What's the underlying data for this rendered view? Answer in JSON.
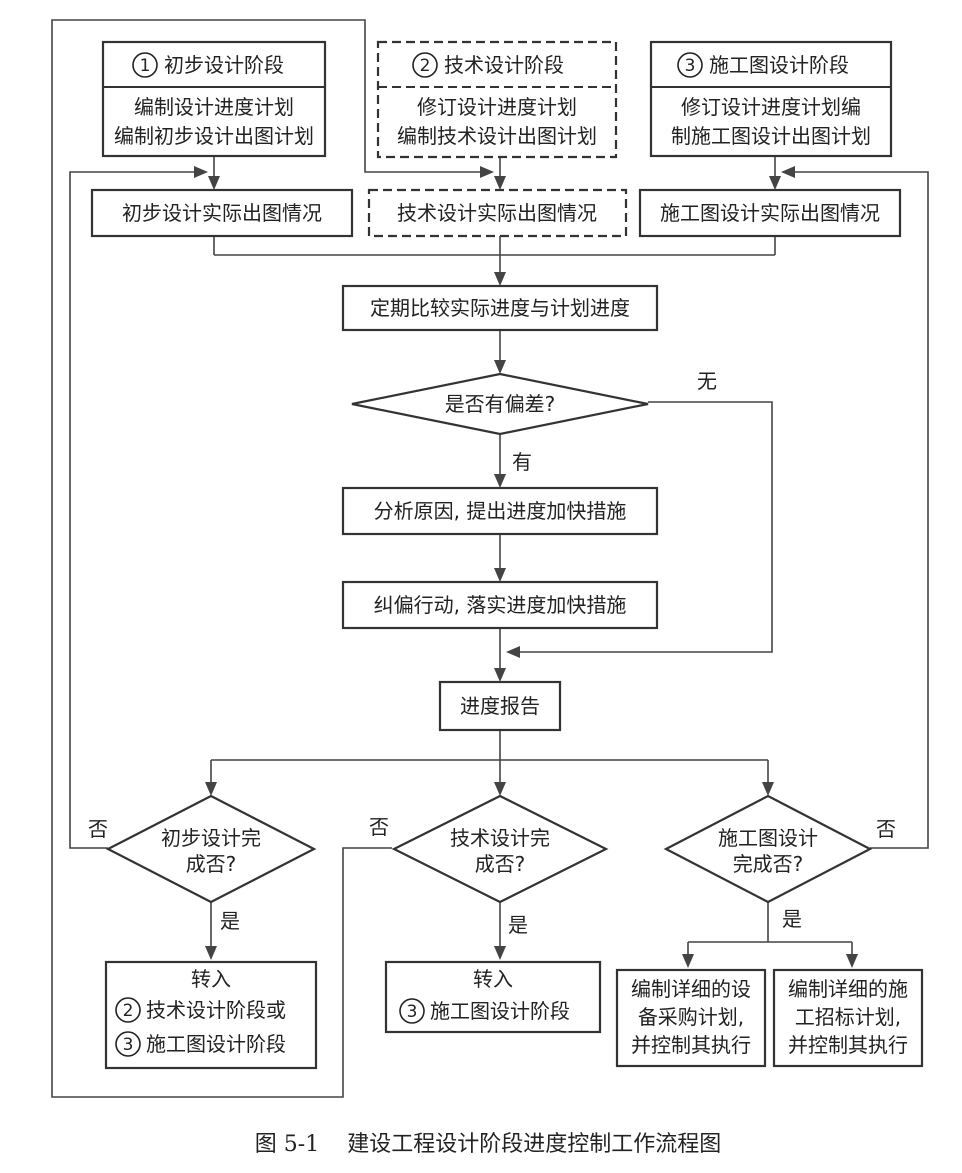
{
  "stages": {
    "s1": {
      "num": "1",
      "title": "初步设计阶段",
      "plan1": "编制设计进度计划",
      "plan2": "编制初步设计出图计划",
      "actual": "初步设计实际出图情况"
    },
    "s2": {
      "num": "2",
      "title": "技术设计阶段",
      "plan1": "修订设计进度计划",
      "plan2": "编制技术设计出图计划",
      "actual": "技术设计实际出图情况"
    },
    "s3": {
      "num": "3",
      "title": "施工图设计阶段",
      "plan1": "修订设计进度计划编",
      "plan2": "制施工图设计出图计划",
      "actual": "施工图设计实际出图情况"
    }
  },
  "flow": {
    "compare": "定期比较实际进度与计划进度",
    "deviation": "是否有偏差?",
    "label_none": "无",
    "label_has": "有",
    "analyze": "分析原因, 提出进度加快措施",
    "correct": "纠偏行动, 落实进度加快措施",
    "report": "进度报告"
  },
  "decisions": {
    "d1": {
      "line1": "初步设计完",
      "line2": "成否?"
    },
    "d2": {
      "line1": "技术设计完",
      "line2": "成否?"
    },
    "d3": {
      "line1": "施工图设计",
      "line2": "完成否?"
    },
    "label_no": "否",
    "label_yes": "是"
  },
  "outcomes": {
    "o1": {
      "line1": "转入",
      "num2": "2",
      "line2": "技术设计阶段或",
      "num3": "3",
      "line3": "施工图设计阶段"
    },
    "o2": {
      "line1": "转入",
      "num3": "3",
      "line2": "施工图设计阶段"
    },
    "o3": {
      "line1": "编制详细的设",
      "line2": "备采购计划,",
      "line3": "并控制其执行"
    },
    "o4": {
      "line1": "编制详细的施",
      "line2": "工招标计划,",
      "line3": "并控制其执行"
    }
  },
  "caption": "图 5-1    建设工程设计阶段进度控制工作流程图"
}
